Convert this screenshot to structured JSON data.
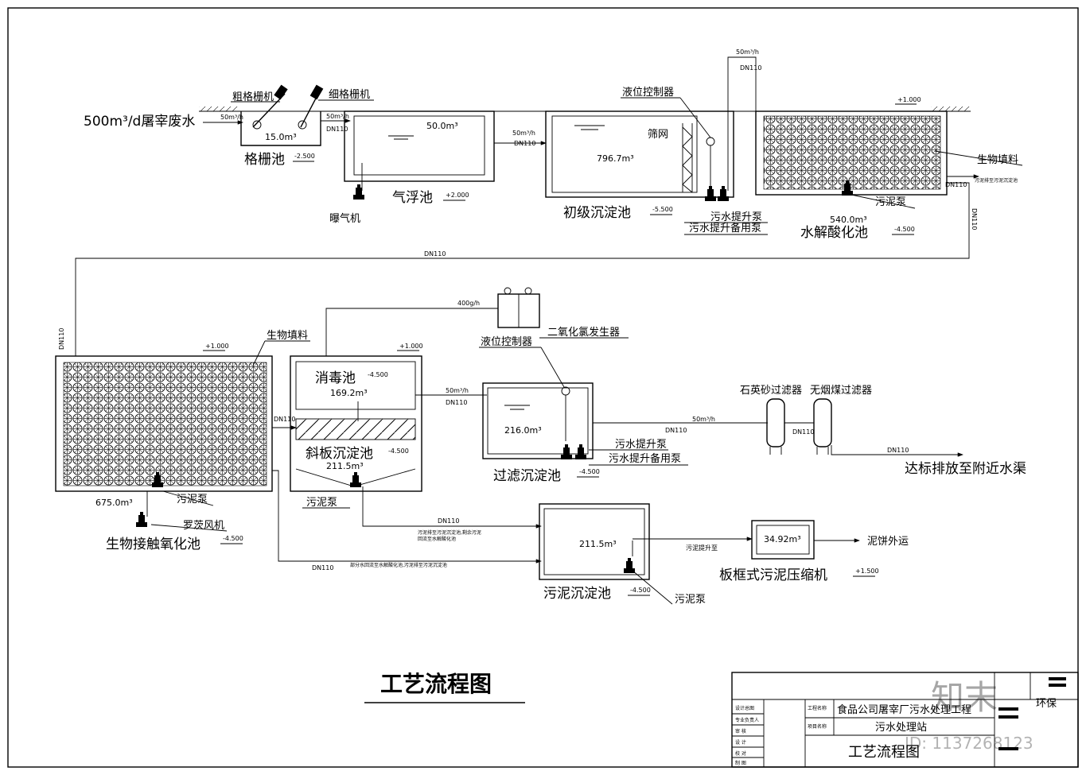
{
  "drawing": {
    "title": "工艺流程图",
    "source_label": "500m³/d屠宰废水",
    "pipe_label": "DN110",
    "flow_50": "50m³/h",
    "flow_400": "400g/h",
    "discharge": "达标排放至附近水渠",
    "cake_out": "泥饼外运",
    "sludge_lift": "污泥提升至",
    "note_sludge_1": "污泥排至污泥沉淀池,剩余污泥",
    "note_sludge_2": "回流至水解酸化池",
    "note_return": "部分水回流至水解酸化池,污泥排至污泥沉淀池",
    "note_top": "污泥排至污泥沉淀池"
  },
  "equipment": {
    "coarse_screen": "粗格栅机",
    "fine_screen": "细格栅机",
    "aerator": "曝气机",
    "level_controller": "液位控制器",
    "screen_mesh": "筛网",
    "lift_pump": "污水提升泵",
    "lift_pump_backup": "污水提升备用泵",
    "sludge_pump": "污泥泵",
    "bio_filler": "生物填料",
    "roots_blower": "罗茨风机",
    "chlorine_gen": "二氧化氯发生器",
    "quartz_filter": "石英砂过滤器",
    "coal_filter": "无烟煤过滤器",
    "filter_press": "板框式污泥压缩机"
  },
  "tanks": {
    "grid": {
      "name": "格栅池",
      "volume": "15.0m³",
      "level": "-2.500"
    },
    "float": {
      "name": "气浮池",
      "volume": "50.0m³",
      "level": "+2.000"
    },
    "primary": {
      "name": "初级沉淀池",
      "volume": "796.7m³",
      "level": "-5.500"
    },
    "hydrolysis": {
      "name": "水解酸化池",
      "volume": "540.0m³",
      "level": "-4.500",
      "top": "+1.000"
    },
    "bio": {
      "name": "生物接触氧化池",
      "volume": "675.0m³",
      "level": "-4.500",
      "top": "+1.000"
    },
    "disinfect": {
      "name": "消毒池",
      "volume": "169.2m³",
      "level": "-4.500",
      "top": "+1.000"
    },
    "inclined": {
      "name": "斜板沉淀池",
      "volume": "211.5m³",
      "level": "-4.500"
    },
    "filter": {
      "name": "过滤沉淀池",
      "volume": "216.0m³",
      "level": "-4.500"
    },
    "sludge": {
      "name": "污泥沉淀池",
      "volume": "211.5m³",
      "level": "-4.500"
    },
    "press": {
      "volume": "34.92m³",
      "level": "+1.500"
    }
  },
  "title_block": {
    "project": "食品公司屠宰厂污水处理工程",
    "subproject": "污水处理站",
    "drawing_name": "工艺流程图",
    "company": "环保",
    "label_project": "工程名称",
    "label_item": "项目名称",
    "rows": [
      "设计总图",
      "专业负责人",
      "审 核",
      "设 计",
      "校 对",
      "制 图"
    ],
    "watermark": "知末",
    "id_text": "ID: 1137268123"
  }
}
